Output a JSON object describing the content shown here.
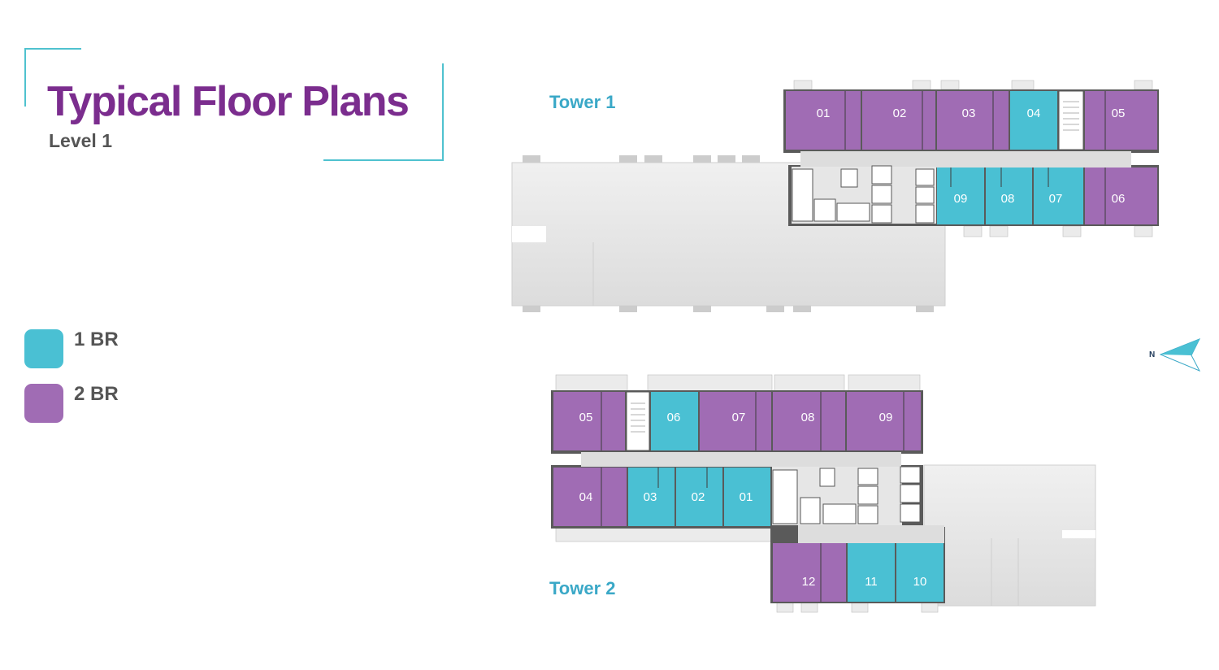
{
  "header": {
    "title": "Typical Floor Plans",
    "subtitle": "Level 1"
  },
  "legend": [
    {
      "label": "1 BR",
      "color": "#4ac0d3"
    },
    {
      "label": "2 BR",
      "color": "#a06cb4"
    }
  ],
  "compass": {
    "label": "N",
    "icon": "north-arrow-icon"
  },
  "towers": [
    {
      "label": "Tower 1",
      "units": [
        {
          "number": "01",
          "type": "2 BR"
        },
        {
          "number": "02",
          "type": "2 BR"
        },
        {
          "number": "03",
          "type": "2 BR"
        },
        {
          "number": "04",
          "type": "1 BR"
        },
        {
          "number": "05",
          "type": "2 BR"
        },
        {
          "number": "06",
          "type": "2 BR"
        },
        {
          "number": "07",
          "type": "1 BR"
        },
        {
          "number": "08",
          "type": "1 BR"
        },
        {
          "number": "09",
          "type": "1 BR"
        }
      ]
    },
    {
      "label": "Tower 2",
      "units": [
        {
          "number": "01",
          "type": "1 BR"
        },
        {
          "number": "02",
          "type": "1 BR"
        },
        {
          "number": "03",
          "type": "1 BR"
        },
        {
          "number": "04",
          "type": "2 BR"
        },
        {
          "number": "05",
          "type": "2 BR"
        },
        {
          "number": "06",
          "type": "1 BR"
        },
        {
          "number": "07",
          "type": "2 BR"
        },
        {
          "number": "08",
          "type": "2 BR"
        },
        {
          "number": "09",
          "type": "2 BR"
        },
        {
          "number": "10",
          "type": "1 BR"
        },
        {
          "number": "11",
          "type": "1 BR"
        },
        {
          "number": "12",
          "type": "2 BR"
        }
      ]
    }
  ]
}
